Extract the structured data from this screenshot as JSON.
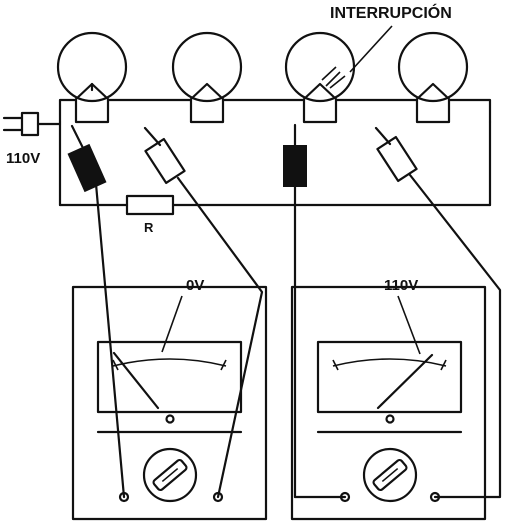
{
  "labels": {
    "interruption": "INTERRUPCIÓN",
    "supply_voltage": "110V",
    "resistor": "R",
    "meter_left_reading": "0V",
    "meter_right_reading": "110V"
  },
  "components": {
    "lamp_count": 4,
    "meter_count": 2
  },
  "icons": [
    "lamp-icon",
    "plug-icon",
    "probe-icon",
    "resistor-icon",
    "voltmeter-icon",
    "selector-knob-icon",
    "terminal-icon"
  ],
  "colors": {
    "ink": "#111111",
    "paper": "#ffffff"
  }
}
